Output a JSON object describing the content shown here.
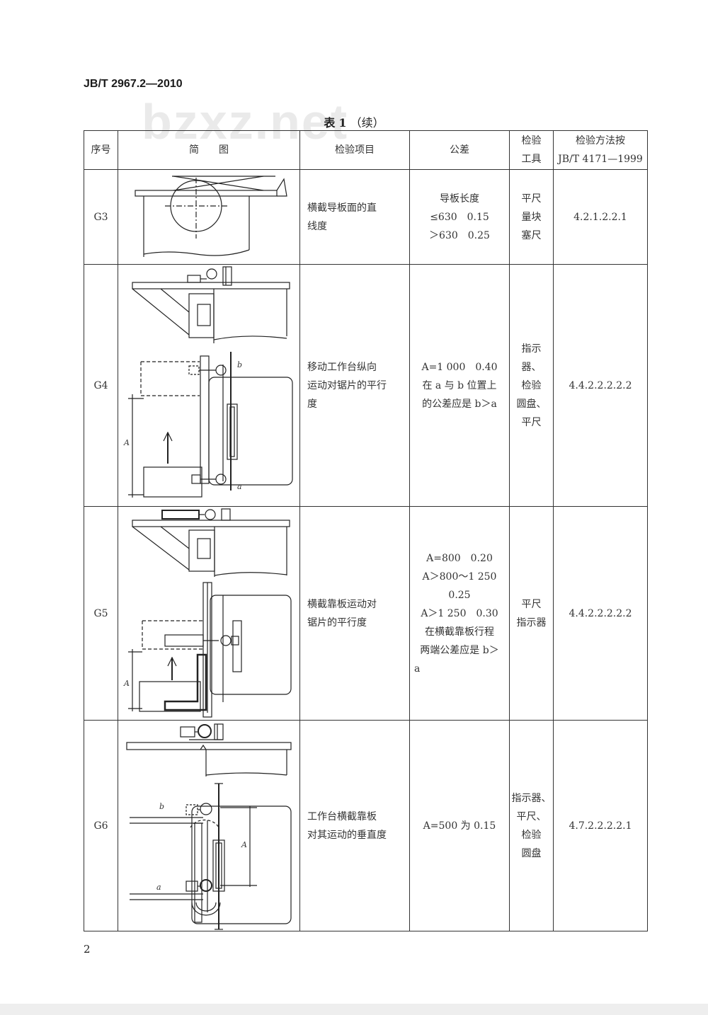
{
  "header": {
    "doc_code": "JB/T 2967.2—2010",
    "watermark": "bzxz.net"
  },
  "caption": {
    "title": "表",
    "number": "1",
    "cont": "（续）"
  },
  "table": {
    "headers": {
      "seq": "序号",
      "sketch": "简　　图",
      "item": "检验项目",
      "tolerance": "公差",
      "tool_l1": "检验",
      "tool_l2": "工具",
      "method_l1": "检验方法按",
      "method_l2": "JB/T 4171—1999"
    },
    "rows": [
      {
        "seq": "G3",
        "item_lines": [
          "横截导板面的直",
          "线度"
        ],
        "tol_lines": [
          "导板长度",
          "≤630　0.15",
          "＞630　0.25"
        ],
        "tool_lines": [
          "平尺",
          "量块",
          "塞尺"
        ],
        "method": "4.2.1.2.2.1"
      },
      {
        "seq": "G4",
        "item_lines": [
          "移动工作台纵向",
          "运动对锯片的平行",
          "度"
        ],
        "tol_lines": [
          "A=1 000　0.40",
          "在 a 与 b 位置上",
          "的公差应是 b＞a"
        ],
        "tool_lines": [
          "指示",
          "器、",
          "检验",
          "圆盘、",
          "平尺"
        ],
        "method": "4.4.2.2.2.2.2",
        "labels": {
          "a": "a",
          "b": "b",
          "A": "A"
        }
      },
      {
        "seq": "G5",
        "item_lines": [
          "横截靠板运动对",
          "锯片的平行度"
        ],
        "tol_lines": [
          "A=800　0.20",
          "A＞800～1 250",
          "0.25",
          "A＞1 250　0.30",
          "在横截靠板行程",
          "两端公差应是 b＞",
          "a"
        ],
        "tool_lines": [
          "平尺",
          "指示器"
        ],
        "method": "4.4.2.2.2.2.2",
        "labels": {
          "A": "A"
        }
      },
      {
        "seq": "G6",
        "item_lines": [
          "工作台横截靠板",
          "对其运动的垂直度"
        ],
        "tol_lines": [
          "A=500 为 0.15"
        ],
        "tool_lines": [
          "指示器、",
          "平尺、",
          "检验",
          "圆盘"
        ],
        "method": "4.7.2.2.2.2.1",
        "labels": {
          "a": "a",
          "b": "b",
          "A": "A"
        }
      }
    ]
  },
  "footer": {
    "page_number": "2"
  }
}
